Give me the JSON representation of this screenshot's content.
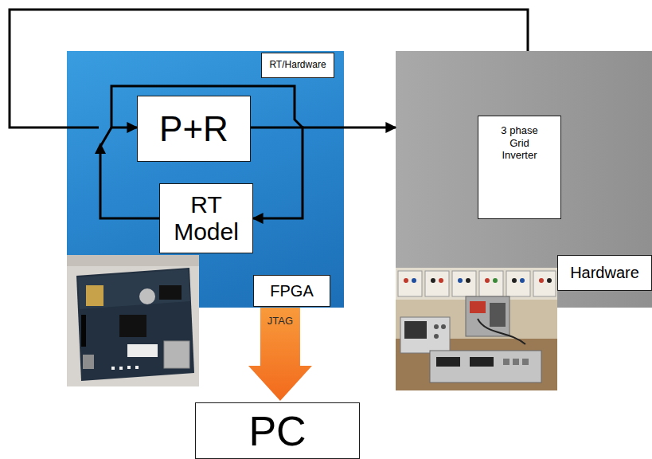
{
  "diagram": {
    "nodes": [
      {
        "text": [
          "FPGA"
        ]
      },
      {
        "text": [
          "RT/Hardware"
        ],
        "in": 0
      },
      {
        "text": [
          "P+R"
        ],
        "in": 0
      },
      {
        "text": [
          "RT Model"
        ],
        "in": 0
      },
      {
        "text": [
          "Hardware"
        ]
      },
      {
        "text": [
          "3 phase Grid Inverter"
        ],
        "in": 4
      },
      {
        "text": [
          "PC"
        ]
      }
    ],
    "edges": [
      {
        "from": 2,
        "to": 3,
        "arrow": "to"
      },
      {
        "from": 3,
        "to": 2,
        "arrow": "to"
      },
      {
        "from": 0,
        "to": 4,
        "arrow": "to"
      },
      {
        "from": 4,
        "to": 0,
        "arrow": "none"
      },
      {
        "from": 0,
        "to": 6,
        "arrow": "to",
        "label": "JTAG"
      }
    ]
  }
}
